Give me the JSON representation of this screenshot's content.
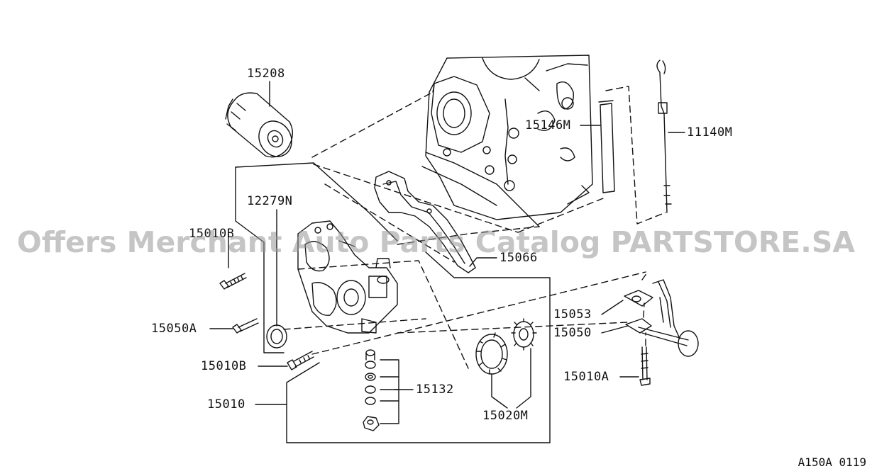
{
  "parts": [
    {
      "id": "15208",
      "label": "15208"
    },
    {
      "id": "12279N",
      "label": "12279N"
    },
    {
      "id": "15010B-top",
      "label": "15010B"
    },
    {
      "id": "15050A",
      "label": "15050A"
    },
    {
      "id": "15010B-bottom",
      "label": "15010B"
    },
    {
      "id": "15010",
      "label": "15010"
    },
    {
      "id": "15132",
      "label": "15132"
    },
    {
      "id": "15020M",
      "label": "15020M"
    },
    {
      "id": "15066",
      "label": "15066"
    },
    {
      "id": "15146M",
      "label": "15146M"
    },
    {
      "id": "11140M",
      "label": "11140M"
    },
    {
      "id": "15053",
      "label": "15053"
    },
    {
      "id": "15050",
      "label": "15050"
    },
    {
      "id": "15010A",
      "label": "15010A"
    }
  ],
  "watermark": "Offers Merchant Auto Parts Catalog PARTSTORE.SA",
  "diagram_code": "A150A 0119"
}
